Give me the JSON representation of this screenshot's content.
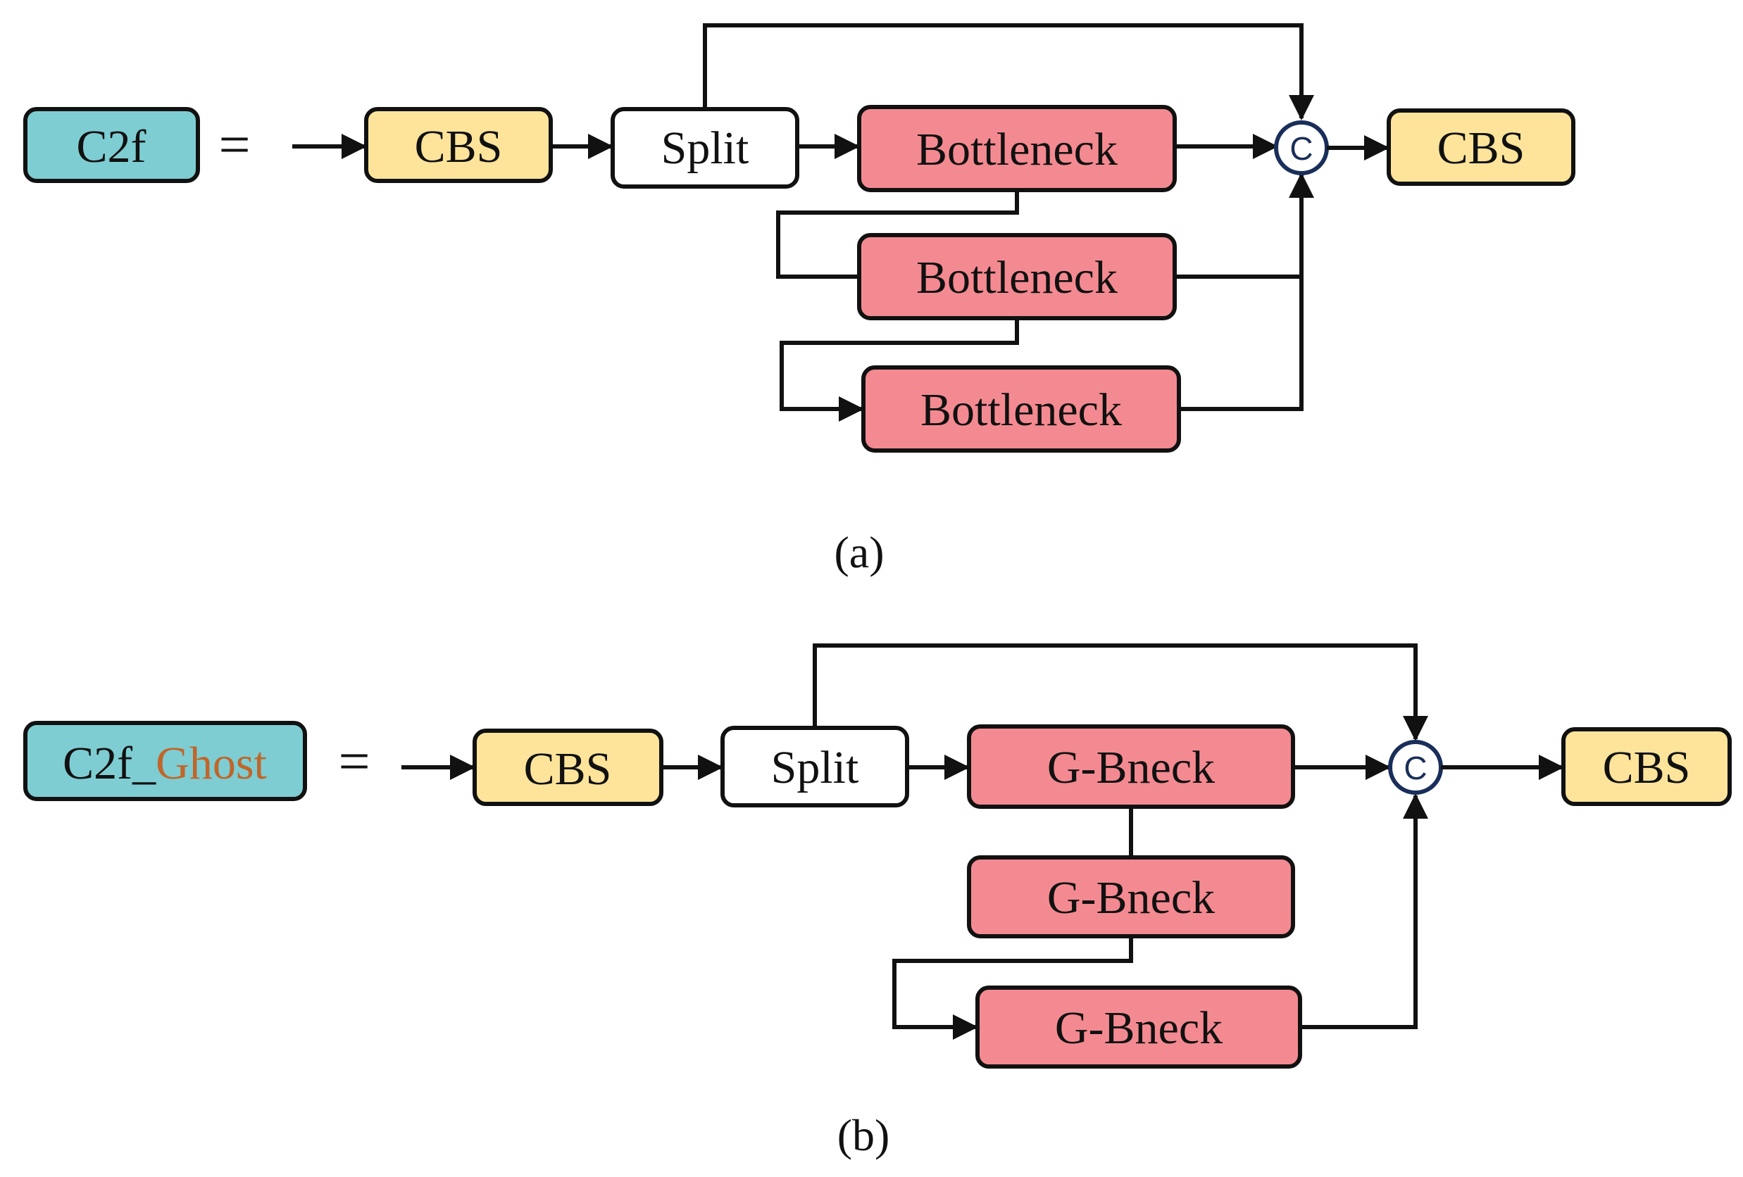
{
  "colors": {
    "c2f_fill": "#7ecdd2",
    "cbs_fill": "#fde49a",
    "split_fill": "#ffffff",
    "bottleneck_fill": "#f48a91",
    "ghost_text": "#c0662a",
    "concat_stroke": "#1a2e5a"
  },
  "diagram_a": {
    "module_label": "C2f",
    "equals": "=",
    "cbs_in": "CBS",
    "split": "Split",
    "blocks": [
      "Bottleneck",
      "Bottleneck",
      "Bottleneck"
    ],
    "concat": "C",
    "cbs_out": "CBS",
    "caption": "(a)"
  },
  "diagram_b": {
    "module_label_prefix": "C2f_",
    "module_label_suffix": "Ghost",
    "equals": "=",
    "cbs_in": "CBS",
    "split": "Split",
    "blocks": [
      "G-Bneck",
      "G-Bneck",
      "G-Bneck"
    ],
    "concat": "C",
    "cbs_out": "CBS",
    "caption": "(b)"
  }
}
